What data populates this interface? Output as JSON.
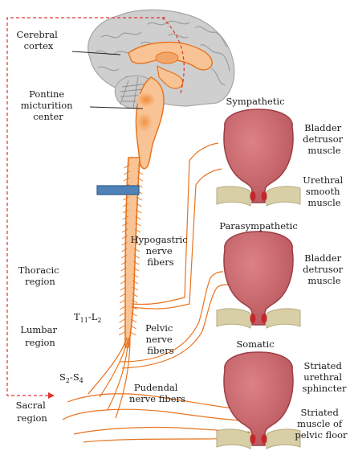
{
  "labels": {
    "cerebral": [
      "Cerebral",
      "cortex"
    ],
    "pontine": [
      "Pontine",
      "micturition",
      "center"
    ],
    "thoracic": [
      "Thoracic",
      "region"
    ],
    "lumbar": [
      "Lumbar",
      "region"
    ],
    "t11_base": "T",
    "t11_sub1": "11",
    "t11_dash": "-L",
    "t11_sub2": "2",
    "s2_base": "S",
    "s2_sub1": "2",
    "s2_dash": "-S",
    "s2_sub2": "4",
    "sacral": [
      "Sacral",
      "region"
    ],
    "hypogastric": [
      "Hypogastric",
      "nerve",
      "fibers"
    ],
    "pelvic": [
      "Pelvic",
      "nerve",
      "fibers"
    ],
    "pudendal": [
      "Pudendal",
      "nerve fibers"
    ],
    "sympathetic": "Sympathetic",
    "parasympathetic": "Parasympathetic",
    "somatic": "Somatic",
    "bladder1": [
      "Bladder",
      "detrusor",
      "muscle"
    ],
    "urethral_smooth": [
      "Urethral",
      "smooth",
      "muscle"
    ],
    "bladder2": [
      "Bladder",
      "detrusor",
      "muscle"
    ],
    "striated_urethral": [
      "Striated",
      "urethral",
      "sphincter"
    ],
    "striated_pelvic": [
      "Striated",
      "muscle of",
      "pelvic floor"
    ]
  },
  "colors": {
    "nerve": "#e8731e",
    "spinal_cord_fill": "#f9c495",
    "bladder_fill": "#c8666b",
    "bladder_stroke": "#9c3e45",
    "pelvic_floor": "#d8cfa7",
    "dashed_pathway": "#e0342f",
    "lesion_marker": "#4f83b8"
  }
}
